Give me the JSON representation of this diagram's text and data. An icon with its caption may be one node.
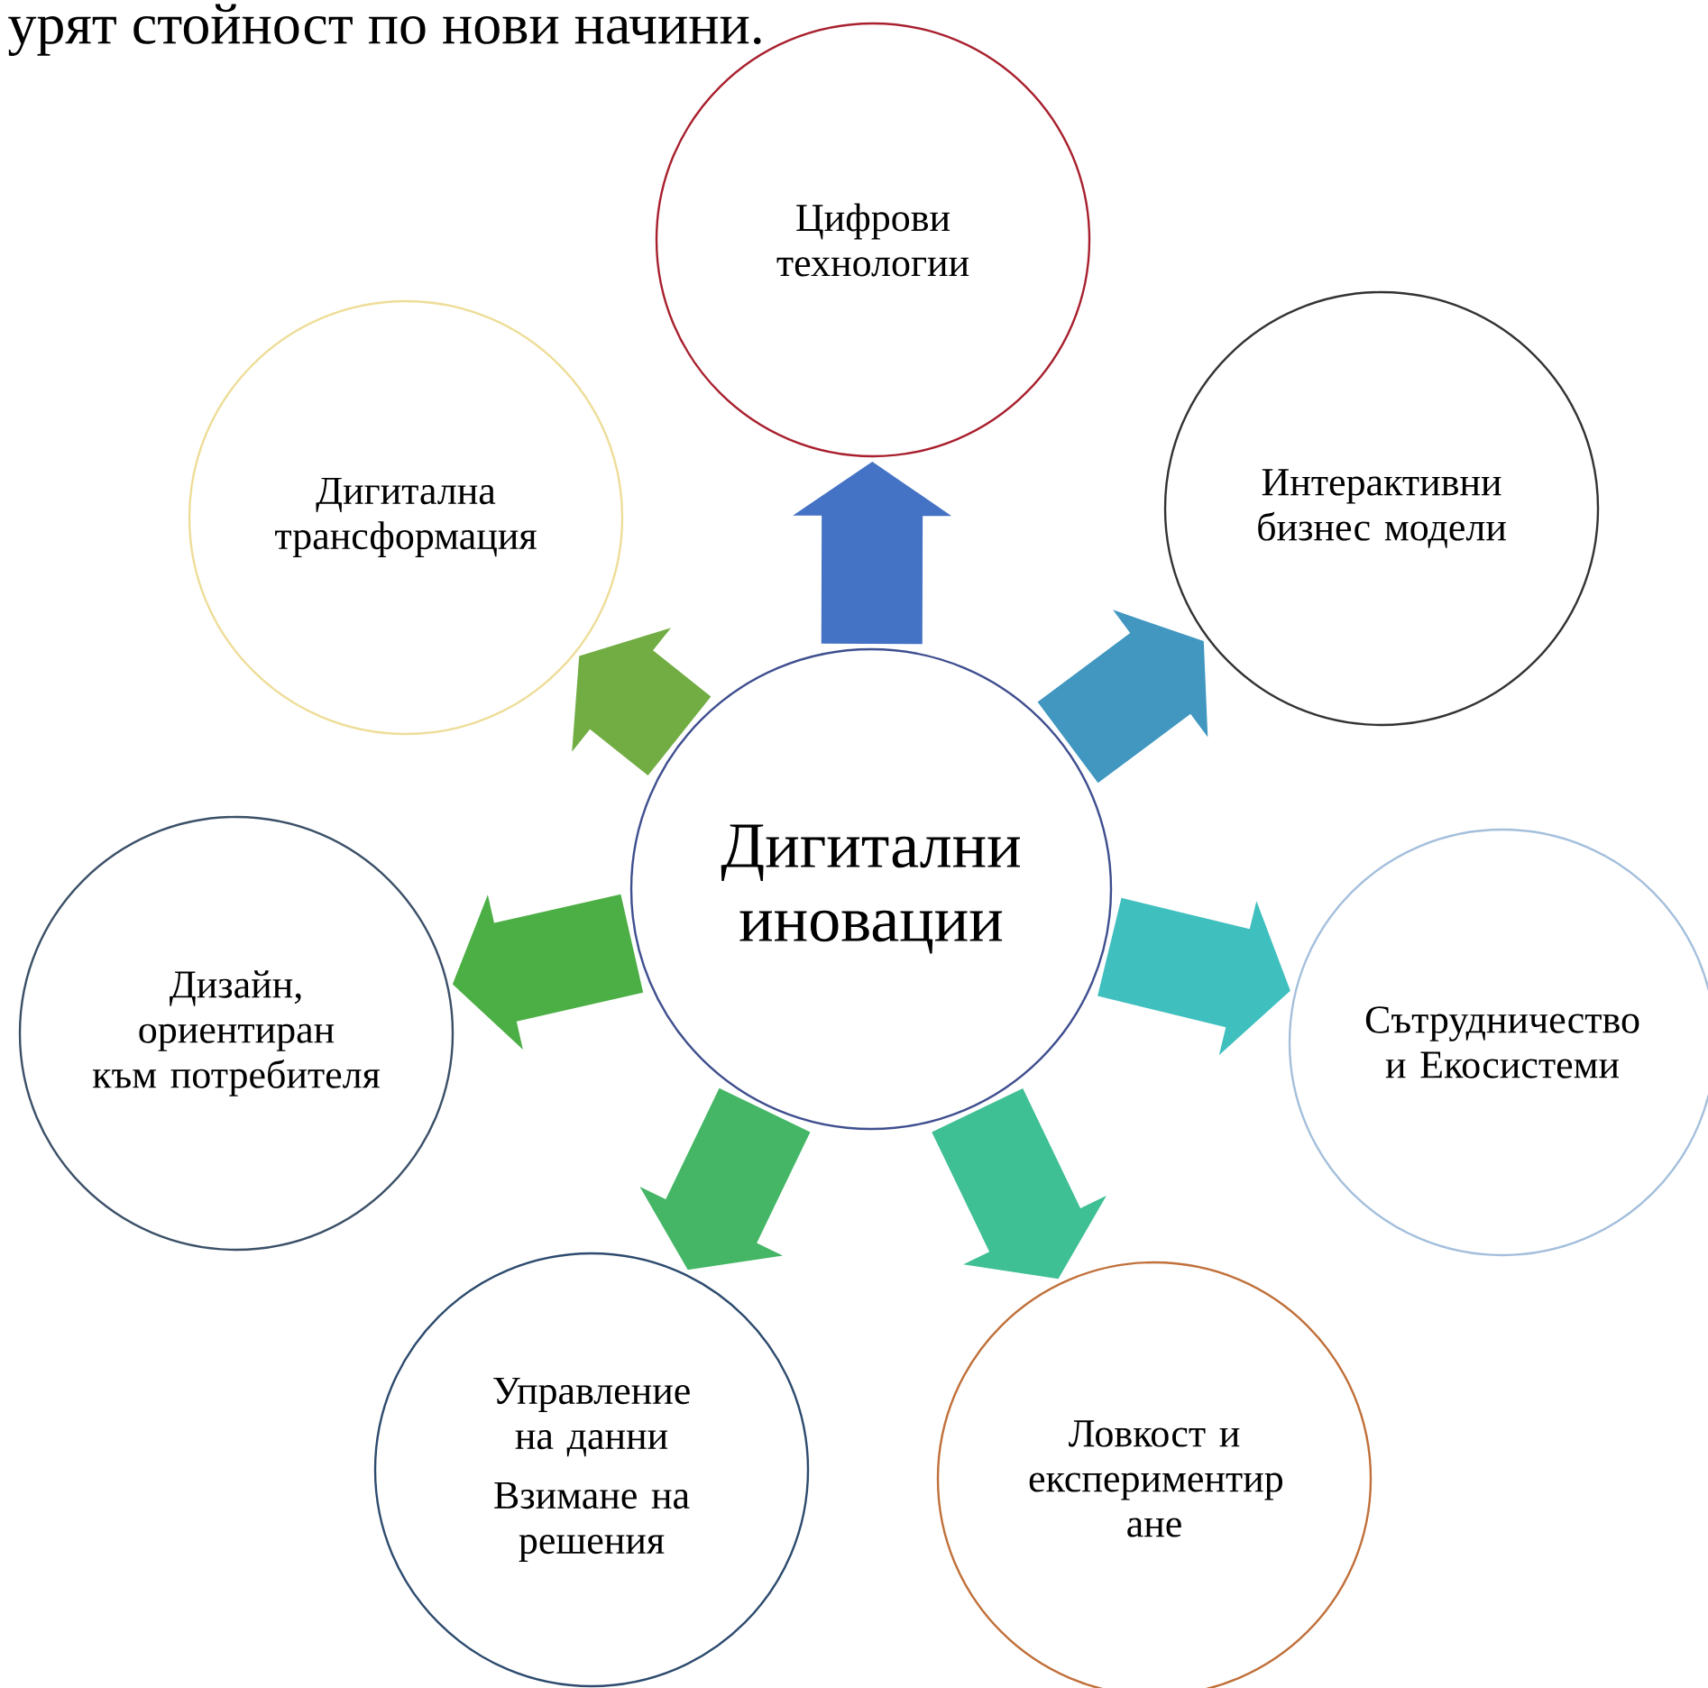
{
  "diagram": {
    "nodes": [
      {
        "text": [
          "Дигитални иновации"
        ]
      },
      {
        "text": [
          "Цифрови технологии"
        ]
      },
      {
        "text": [
          "Интерактивни бизнес модели"
        ]
      },
      {
        "text": [
          "Сътрудничество и Екосистеми"
        ]
      },
      {
        "text": [
          "Ловкост и експериментир ане"
        ]
      },
      {
        "text": [
          "Управление на данни",
          "Взимане на решения"
        ]
      },
      {
        "text": [
          "Дизайн, ориентиран към потребителя"
        ]
      },
      {
        "text": [
          "Дигитална трансформация"
        ]
      }
    ],
    "edges": [
      {
        "from": 0,
        "to": 1,
        "arrow": "to",
        "color": "#4472c4"
      },
      {
        "from": 0,
        "to": 2,
        "arrow": "to",
        "color": "#4197c0"
      },
      {
        "from": 0,
        "to": 3,
        "arrow": "to",
        "color": "#40bfbf"
      },
      {
        "from": 0,
        "to": 4,
        "arrow": "to",
        "color": "#3fbf94"
      },
      {
        "from": 0,
        "to": 5,
        "arrow": "to",
        "color": "#44b665"
      },
      {
        "from": 0,
        "to": 6,
        "arrow": "to",
        "color": "#4caf45"
      },
      {
        "from": 0,
        "to": 7,
        "arrow": "to",
        "color": "#72ad44"
      }
    ],
    "labels": [
      "урят стойност по нови начини."
    ]
  }
}
